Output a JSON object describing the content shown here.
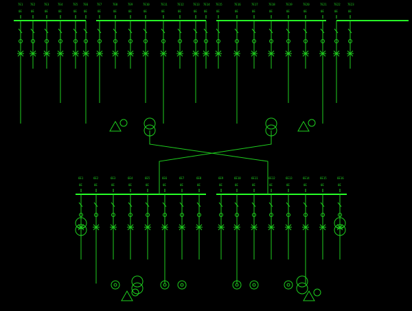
{
  "diagram": {
    "type": "single-line electrical switchgear diagram",
    "colors": {
      "background": "#000000",
      "line": "#1fd11f",
      "bus": "#27ff27"
    },
    "upper_feeder_labels": [
      "7E1",
      "7E2",
      "7E3",
      "7E4",
      "7E5",
      "7E6",
      "7E7",
      "7E8",
      "7E9",
      "7E10",
      "7E11",
      "7E12",
      "7E13",
      "7E14",
      "7E15",
      "7E16",
      "7E17",
      "7E18",
      "7E19",
      "7E20",
      "7E21",
      "7E22",
      "7E23"
    ],
    "upper_feeder_sublabels": [
      "0E",
      "0E",
      "0E",
      "0E",
      "0E",
      "0E",
      "0E",
      "0E",
      "0E",
      "0E",
      "0E",
      "0E",
      "0E",
      "0E",
      "0E",
      "0E",
      "0E",
      "0E",
      "0E",
      "0E",
      "0E",
      "0E",
      "0E"
    ],
    "lower_feeder_labels": [
      "6E1",
      "6E2",
      "6E3",
      "6E4",
      "6E5",
      "6E6",
      "6E7",
      "6E8",
      "6E9",
      "6E10",
      "6E11",
      "6E12",
      "6E13",
      "6E14",
      "6E15",
      "6E16"
    ],
    "lower_feeder_sublabels": [
      "0E",
      "0E",
      "0E",
      "0E",
      "0E",
      "0E",
      "0E",
      "0E",
      "0E",
      "0E",
      "0E",
      "0E",
      "0E",
      "0E",
      "0E",
      "0E"
    ]
  }
}
